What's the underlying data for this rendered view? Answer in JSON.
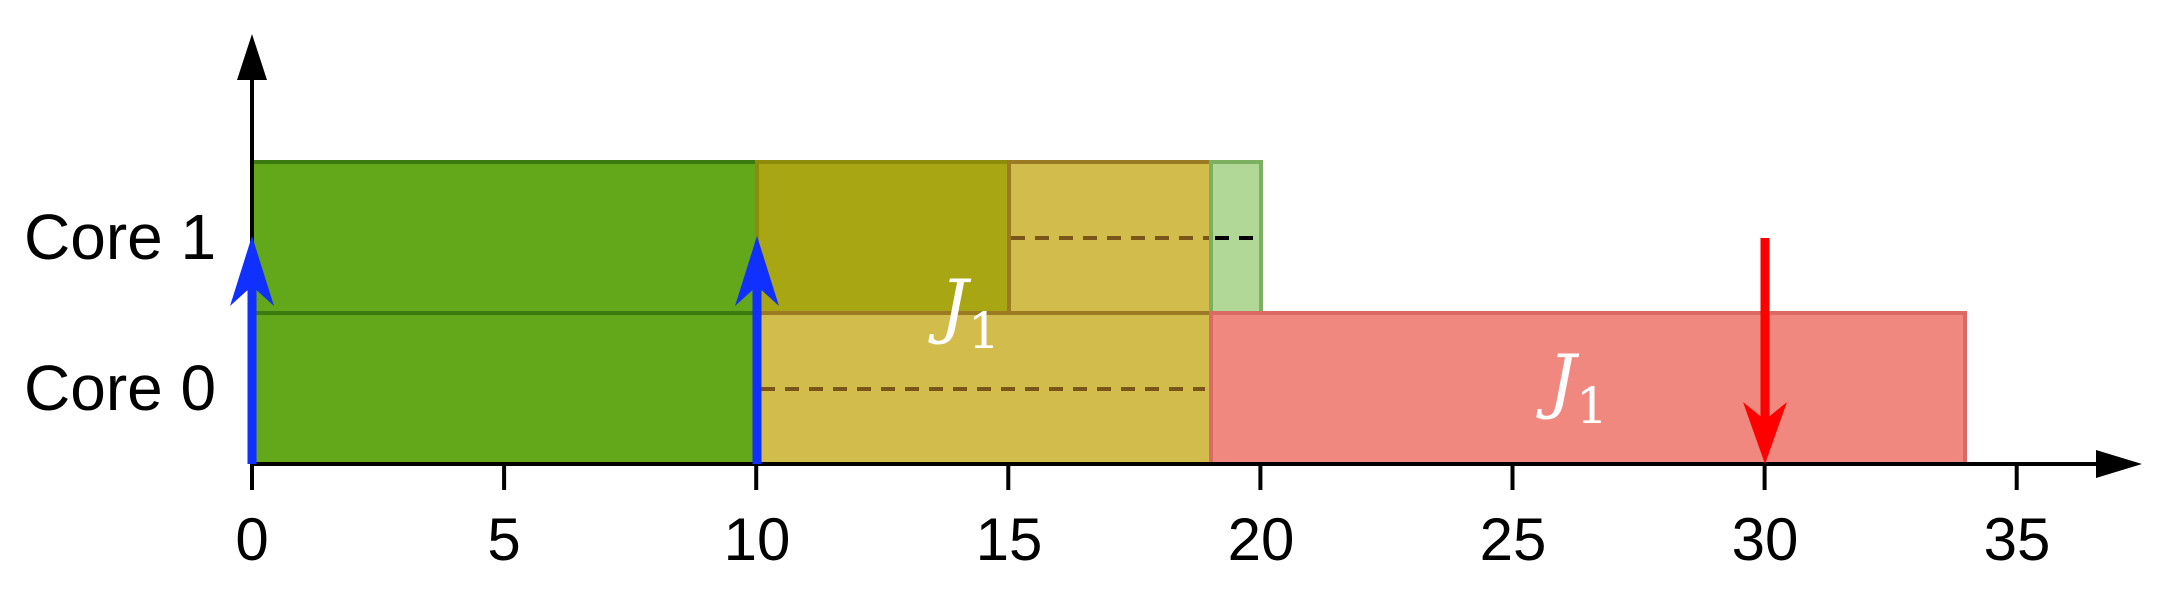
{
  "rows": [
    {
      "label": "Core 1"
    },
    {
      "label": "Core 0"
    }
  ],
  "x_ticks": [
    "0",
    "5",
    "10",
    "15",
    "20",
    "25",
    "30",
    "35"
  ],
  "job_labels": [
    {
      "name": "J",
      "sub": "1"
    },
    {
      "name": "J",
      "sub": "1"
    }
  ],
  "colors": {
    "green_fill": "#62a81a",
    "green_stroke": "#3a7a0e",
    "light_green_fill": "#b2d898",
    "light_green_stroke": "#7ab060",
    "olive_fill": "#a8a612",
    "olive_stroke": "#8e8a0c",
    "yellow_fill": "#d1bc4c",
    "yellow_stroke": "#9a7a22",
    "red_fill": "#f08880",
    "red_stroke": "#d96a64",
    "release_arrow": "#1030ff",
    "deadline_arrow": "#ff0000",
    "dash_brown": "#7a5518",
    "axis": "#000000"
  },
  "icons": {
    "release_arrow": "arrow-up",
    "deadline_arrow": "arrow-down"
  }
}
